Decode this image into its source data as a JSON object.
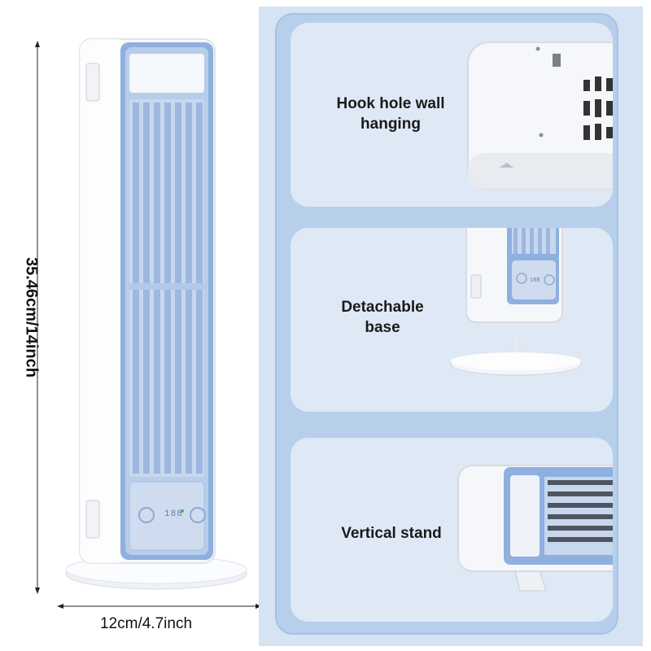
{
  "dimensions": {
    "height_label": "35.46cm/14inch",
    "width_label": "12cm/4.7inch"
  },
  "display": {
    "readout": "188"
  },
  "features": [
    {
      "label_line1": "Hook hole wall",
      "label_line2": "hanging"
    },
    {
      "label_line1": "Detachable",
      "label_line2": "base"
    },
    {
      "label_line1": "Vertical stand",
      "label_line2": ""
    }
  ],
  "colors": {
    "panel_bg": "#d5e3f3",
    "card_bg": "#dfe9f6",
    "accent_blue": "#8fb0de",
    "display_blue": "#cfdcef",
    "device_white": "#f7f9fc"
  }
}
